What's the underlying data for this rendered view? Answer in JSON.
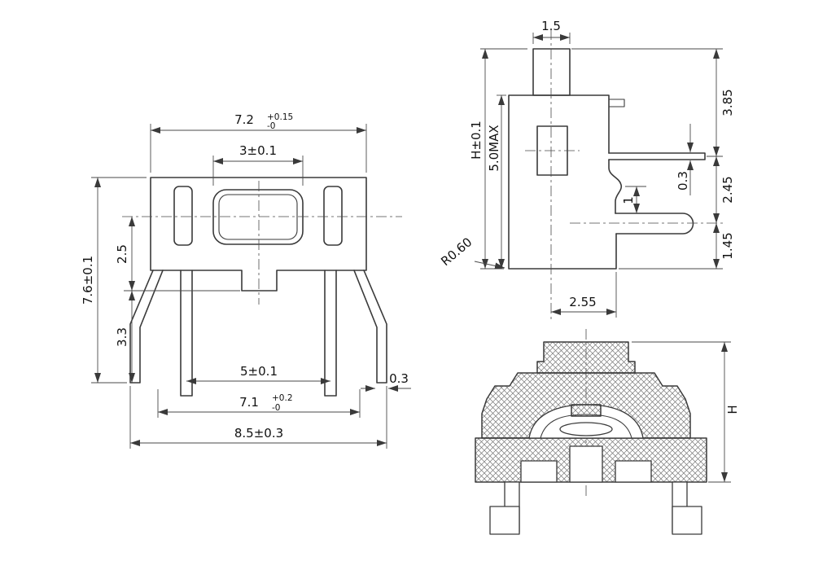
{
  "meta": {
    "background": "#ffffff",
    "line_color": "#3a3a3a",
    "text_color": "#111111"
  },
  "front_view": {
    "dims": {
      "top_width": "7.2",
      "top_width_tol_up": "+0.15",
      "top_width_tol_dn": "-0",
      "button_width": "3±0.1",
      "overall_height": "7.6±0.1",
      "center_to_base": "2.5",
      "base_to_leg_end": "3.3",
      "lead_spacing": "5±0.1",
      "lead_span": "7.1",
      "lead_span_tol_up": "+0.2",
      "lead_span_tol_dn": "-0",
      "overall_width": "8.5±0.3",
      "lead_width": "0.3"
    }
  },
  "side_view": {
    "dims": {
      "stem_width": "1.5",
      "overall_height": "H±0.1",
      "height_max": "5.0MAX",
      "top_to_bracket": "3.85",
      "bracket_to_pin": "2.45",
      "bracket_thickness": "0.3",
      "bend_offset": "1",
      "pin_to_bottom": "1.45",
      "base_depth": "2.55",
      "corner_radius": "R0.60"
    }
  },
  "section_view": {
    "dims": {
      "height": "H"
    }
  }
}
